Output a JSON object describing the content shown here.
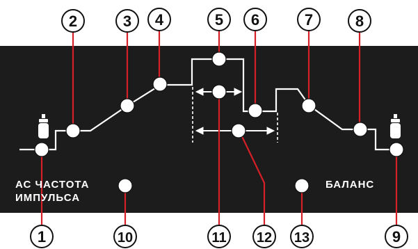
{
  "colors": {
    "panel": "#1c1c1c",
    "callout_line": "#d62027",
    "curve": "#ffffff",
    "dot": "#ffffff"
  },
  "labels": {
    "ac_frequency_line1": "АС ЧАСТОТА",
    "ac_frequency_line2": "ИМПУЛЬСА",
    "balance": "БАЛАНС"
  },
  "callouts": [
    {
      "number": "1"
    },
    {
      "number": "2"
    },
    {
      "number": "3"
    },
    {
      "number": "4"
    },
    {
      "number": "5"
    },
    {
      "number": "6"
    },
    {
      "number": "7"
    },
    {
      "number": "8"
    },
    {
      "number": "9"
    },
    {
      "number": "10"
    },
    {
      "number": "11"
    },
    {
      "number": "12"
    },
    {
      "number": "13"
    }
  ],
  "icons": {
    "gas_left": "gas-cylinder-icon",
    "gas_right": "gas-cylinder-icon",
    "pulse_width_arrow": "double-arrow-icon",
    "pulse_period_arrow": "double-arrow-icon"
  }
}
